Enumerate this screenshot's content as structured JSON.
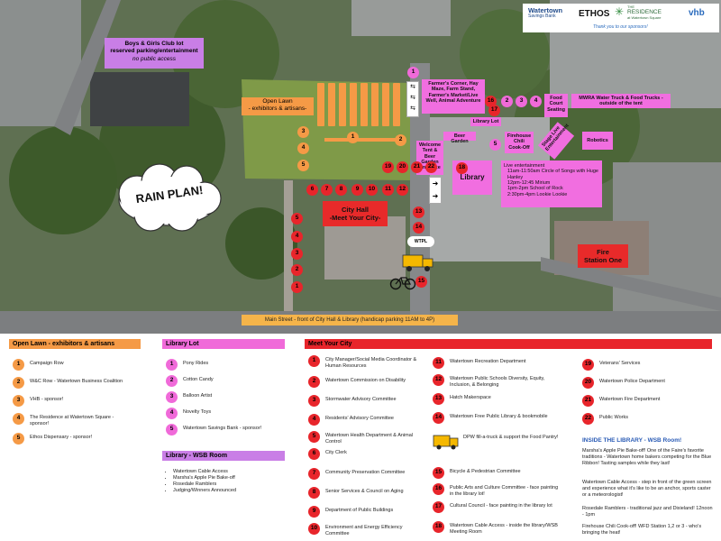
{
  "map": {
    "boys_girls": {
      "title": "Boys & Girls Club lot",
      "subtitle": "reserved parking/entertainment",
      "note": "no public access"
    },
    "open_lawn": {
      "title": "Open Lawn",
      "subtitle": "- exhibitors & artisans-"
    },
    "rain_plan": "RAIN PLAN!",
    "farmers_corner": "Farmer's Corner, Hay Maze, Farm Stand, Farmer's Market/Live Well, Animal Adventure",
    "food_court": "Food Court Seating",
    "mwra": "MWRA Water Truck & Food Trucks - outside of the tent",
    "library_lot": "Library Lot",
    "beer_garden": "Beer Garden",
    "firehouse_chili": "Firehouse Chili Cook-Off",
    "stage": "Stage Live Entertainment",
    "robotics": "Robotics",
    "welcome_tent": "Welcome Tent & Beer Garden Entrance",
    "library": "Library",
    "live_ent": {
      "title": "Live entertainment",
      "items": [
        "11am-11:50am Circle of Songs with Huge Hanley",
        "12pm-12:45 Mirium",
        "1pm-2pm School of Rock",
        "2:30pm-4pm Lookie Lookie"
      ]
    },
    "city_hall": {
      "line1": "City Hall",
      "line2": "-Meet Your City-"
    },
    "fire_station": {
      "line1": "Fire",
      "line2": "Station One"
    },
    "main_street": "Main Street - front of City Hall & Library (handicap parking 11AM to 4P)",
    "wtpl": "WTPL",
    "sponsors": {
      "watertown_bank_1": "Watertown",
      "watertown_bank_2": "Savings Bank",
      "ethos": "ETHOS",
      "residence_1": "THE",
      "residence_2": "RESIDENCE",
      "residence_3": "at Watertown Square",
      "vhb": "vhb",
      "thanks": "Thank you to our sponsors!"
    },
    "numbers": {
      "lawn_big": "1",
      "lawn_2": "2",
      "lawn_left_3": "3",
      "lawn_left_4": "4",
      "lawn_left_5": "5",
      "top_1": "1",
      "p16": "16",
      "p17": "17",
      "p2": "2",
      "p3": "3",
      "p4": "4",
      "p5": "5",
      "r19": "19",
      "r20": "20",
      "r21": "21",
      "r22": "22",
      "r6": "6",
      "r7": "7",
      "r8": "8",
      "r9": "9",
      "r10": "10",
      "r11": "11",
      "r12": "12",
      "r5": "5",
      "r4": "4",
      "r3": "3",
      "r2": "2",
      "r1": "1",
      "r13": "13",
      "r14": "14",
      "r15": "15",
      "r18": "18"
    }
  },
  "legend": {
    "open_lawn": {
      "title": "Open Lawn - exhibitors & artisans",
      "items": [
        {
          "n": "1",
          "text": "Campaign Row"
        },
        {
          "n": "2",
          "text": "W&C Row - Watertown Business Coalition"
        },
        {
          "n": "3",
          "text": "VHB - sponsor!"
        },
        {
          "n": "4",
          "text": "The Residence at Watertown Square - sponsor!"
        },
        {
          "n": "5",
          "text": "Ethos Dispensary - sponsor!"
        }
      ]
    },
    "library_lot": {
      "title": "Library Lot",
      "items": [
        {
          "n": "1",
          "text": "Pony Rides"
        },
        {
          "n": "2",
          "text": "Cotton Candy"
        },
        {
          "n": "3",
          "text": "Balloon Artist"
        },
        {
          "n": "4",
          "text": "Novelty Toys"
        },
        {
          "n": "5",
          "text": "Watertown Savings Bank - sponsor!"
        }
      ]
    },
    "library_wsb": {
      "title": "Library - WSB Room",
      "items": [
        "Watertown Cable Access",
        "Marsha's Apple Pie Bake-off",
        "Rosedale Ramblers",
        "Judging/Winners Announced"
      ]
    },
    "meet_city": {
      "title": "Meet Your City",
      "col1": [
        {
          "n": "1",
          "text": "City Manager/Social Media Coordinator & Human Resources"
        },
        {
          "n": "2",
          "text": "Watertown Commission on Disability"
        },
        {
          "n": "3",
          "text": "Stormwater Advisory Committee"
        },
        {
          "n": "4",
          "text": "Residents' Advisory Committee"
        },
        {
          "n": "5",
          "text": "Watertown Health Department & Animal Control"
        },
        {
          "n": "6",
          "text": "City Clerk"
        },
        {
          "n": "7",
          "text": "Community Preservation Committee"
        },
        {
          "n": "8",
          "text": "Senior Services & Council on Aging"
        },
        {
          "n": "9",
          "text": "Department of Public Buildings"
        },
        {
          "n": "10",
          "text": "Environment and Energy Efficiency Committee"
        }
      ],
      "col2": [
        {
          "n": "11",
          "text": "Watertown Recreation Department"
        },
        {
          "n": "12",
          "text": "Watertown Public Schools Diversity, Equity, Inclusion, & Belonging"
        },
        {
          "n": "13",
          "text": "Hatch Makerspace"
        },
        {
          "n": "14",
          "text": "Watertown Free Public Library & bookmobile"
        },
        {
          "n": "15",
          "text": "Bicycle & Pedestrian Committee"
        },
        {
          "n": "16",
          "text": "Public Arts and Culture Committee - face painting in the library lot!"
        },
        {
          "n": "17",
          "text": "Cultural Council - face painting in the library lot"
        },
        {
          "n": "18",
          "text": "Watertown Cable Access - inside the library/WSB Meeting Room"
        }
      ],
      "dpw": "DPW fill-a-truck & support the Food Pantry!",
      "col3": [
        {
          "n": "19",
          "text": "Veterans' Services"
        },
        {
          "n": "20",
          "text": "Watertown Police Department"
        },
        {
          "n": "21",
          "text": "Watertown Fire Department"
        },
        {
          "n": "22",
          "text": "Public Works"
        }
      ]
    },
    "inside_library": {
      "title": "INSIDE THE LIBRARY - WSB Room!",
      "paras": [
        "Marsha's Apple Pie Bake-off! One of the Faire's favorite traditions - Watertown home bakers competing for the Blue Ribbon! Tasting samples while they last!",
        "Watertown Cable Access - step in front of the green screen and experience what it's like to be an anchor, sports caster or a meteorologist!",
        "Rosedale Ramblers - traditional jazz and Dixieland! 12noon - 1pm",
        "Firehouse Chili Cook-off! WFD Station 1,2 or 3 - who's bringing the heat!"
      ]
    }
  },
  "colors": {
    "orange": "#f59a46",
    "pink": "#f06ad9",
    "red": "#e8252b",
    "violet": "#c97ee6",
    "main_street": "#f5b44a"
  }
}
